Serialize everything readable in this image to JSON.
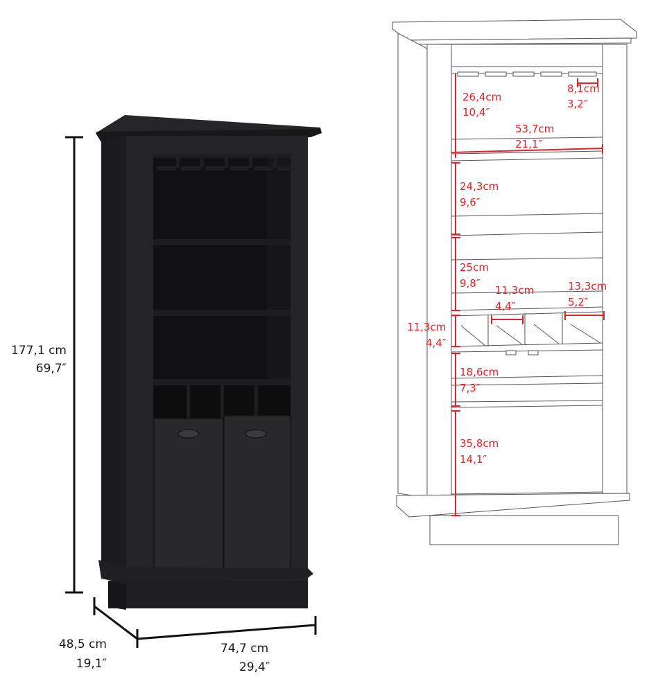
{
  "product_view": {
    "dimensions": {
      "height_cm": "177,1 cm",
      "height_in": "69,7″",
      "depth_cm": "48,5 cm",
      "depth_in": "19,1″",
      "width_cm": "74,7 cm",
      "width_in": "29,4″"
    }
  },
  "line_drawing": {
    "measurements": {
      "glass_rack_height_cm": "26,4cm",
      "glass_rack_height_in": "10,4″",
      "glass_slot_width_cm": "8,1cm",
      "glass_slot_width_in": "3,2″",
      "interior_width_cm": "53,7cm",
      "interior_width_in": "21,1″",
      "shelf1_height_cm": "24,3cm",
      "shelf1_height_in": "9,6″",
      "shelf2_height_cm": "25cm",
      "shelf2_height_in": "9,8″",
      "cubby_width_cm": "11,3cm",
      "cubby_width_in": "4,4″",
      "cubby_end_width_cm": "13,3cm",
      "cubby_end_width_in": "5,2″",
      "cubby_height_cm": "11,3cm",
      "cubby_height_in": "4,4″",
      "lower_shelf_height_cm": "18,6cm",
      "lower_shelf_height_in": "7,3″",
      "bottom_compartment_height_cm": "35,8cm",
      "bottom_compartment_height_in": "14,1″"
    }
  },
  "colors": {
    "cabinet": "#1f1f21",
    "cabinet_interior": "#0f0f10",
    "dimension_red": "#e0222b",
    "outline": "#555555"
  }
}
